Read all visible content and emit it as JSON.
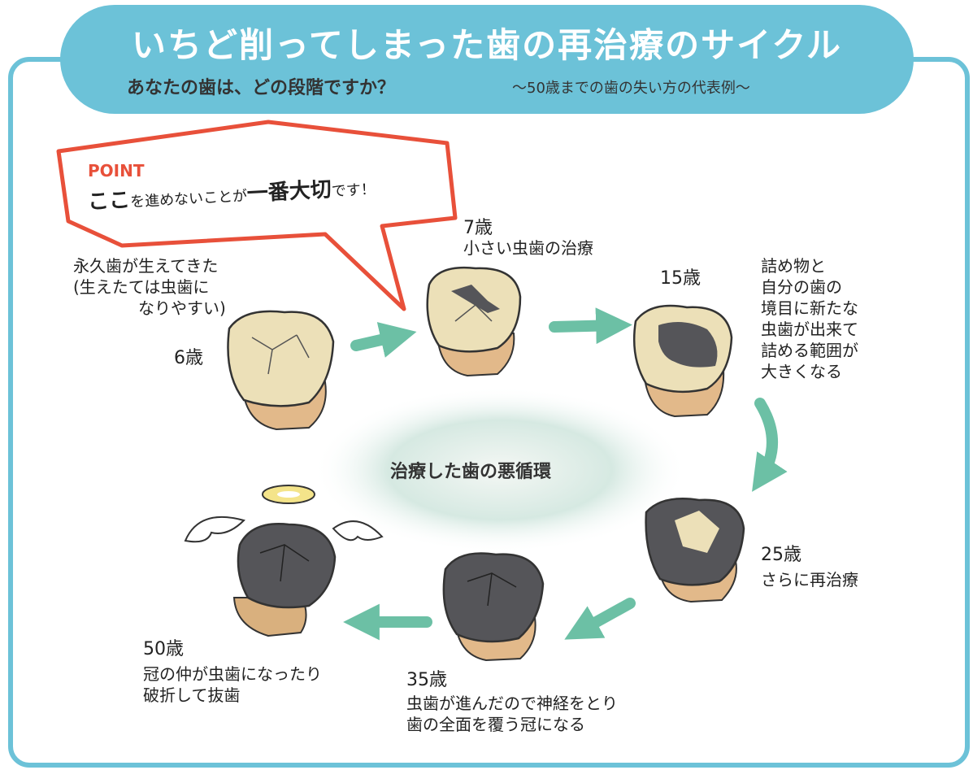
{
  "header": {
    "title": "いちど削ってしまった歯の再治療のサイクル",
    "subtitle": "あなたの歯は、どの段階ですか？",
    "subtitle_note": "〜50歳までの歯の失い方の代表例〜"
  },
  "point": {
    "label": "POINT",
    "text_a": "ここ",
    "text_b": "を進めないことが",
    "text_c": "一番大切",
    "text_d": "です！"
  },
  "center_label": "治療した歯の悪循環",
  "stages": [
    {
      "age": "6歳",
      "lines": [
        "永久歯が生えてきた",
        "(生えたては虫歯に",
        "なりやすい)"
      ]
    },
    {
      "age": "7歳",
      "lines": [
        "小さい虫歯の治療"
      ]
    },
    {
      "age": "15歳",
      "lines": [
        "詰め物と",
        "自分の歯の",
        "境目に新たな",
        "虫歯が出来て",
        "詰める範囲が",
        "大きくなる"
      ]
    },
    {
      "age": "25歳",
      "lines": [
        "さらに再治療"
      ]
    },
    {
      "age": "35歳",
      "lines": [
        "虫歯が進んだので神経をとり",
        "歯の全面を覆う冠になる"
      ]
    },
    {
      "age": "50歳",
      "lines": [
        "冠の仲が虫歯になったり",
        "破折して抜歯"
      ]
    }
  ],
  "colors": {
    "frame": "#6cc2d8",
    "arrow": "#6cc0a5",
    "point_red": "#e8503a",
    "tooth_natural": "#ece0b8",
    "root": "#e2b98a",
    "decay": "#555559"
  }
}
